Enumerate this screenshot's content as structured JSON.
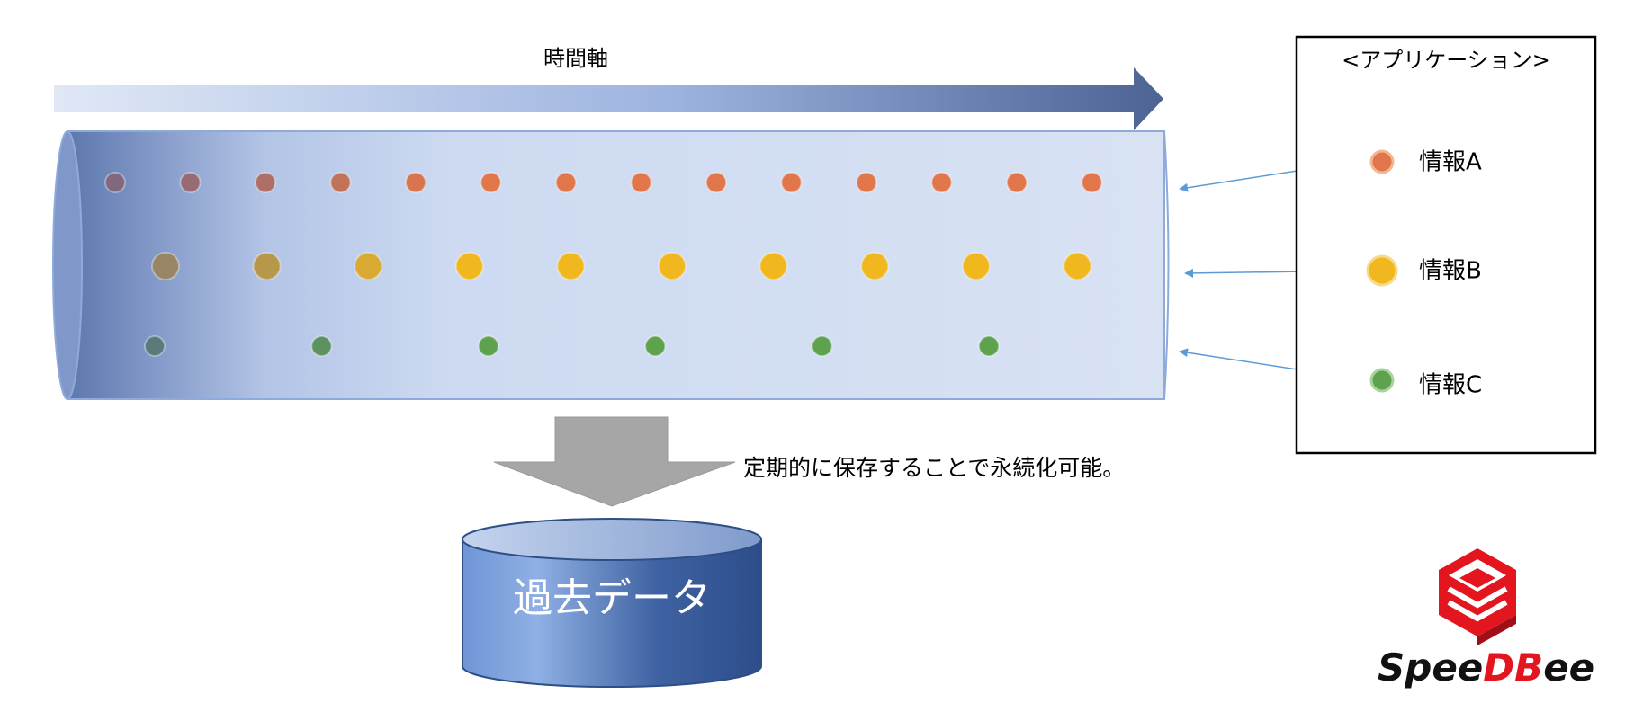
{
  "time_axis": {
    "label": "時間軸"
  },
  "pipe": {
    "rows": [
      {
        "id": "A",
        "color": "#e0764a",
        "count": 14
      },
      {
        "id": "B",
        "color": "#f0b71e",
        "count": 10
      },
      {
        "id": "C",
        "color": "#5ea24e",
        "count": 6
      }
    ]
  },
  "legend": {
    "title": "<アプリケーション>",
    "items": [
      {
        "label": "情報A",
        "color": "#e0764a"
      },
      {
        "label": "情報B",
        "color": "#f0b71e"
      },
      {
        "label": "情報C",
        "color": "#5ea24e"
      }
    ]
  },
  "archive": {
    "caption": "定期的に保存することで永続化可能。",
    "database_label": "過去データ"
  },
  "logo": {
    "part1": "Spee",
    "part2": "DB",
    "part3": "ee",
    "red": "#e3161f",
    "black": "#111111"
  }
}
